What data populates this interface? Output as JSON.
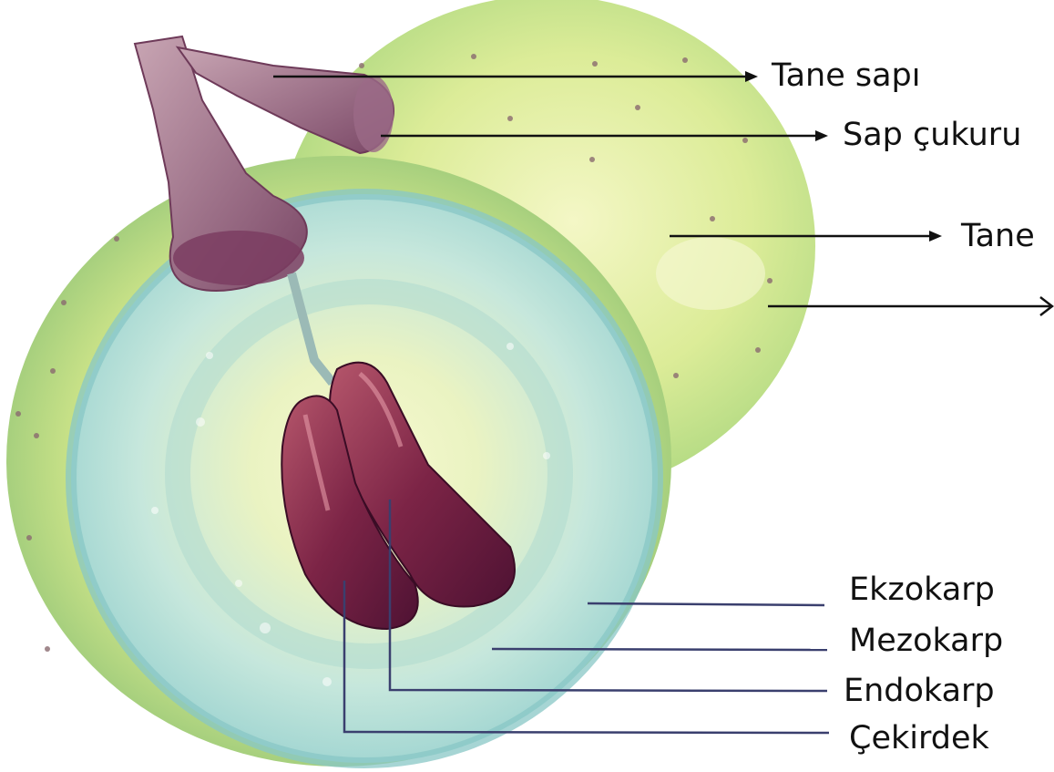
{
  "labels": {
    "tane_sapi": "Tane sapı",
    "sap_cukuru": "Sap çukuru",
    "tane": "Tane",
    "ekzokarp": "Ekzokarp",
    "mezokarp": "Mezokarp",
    "endokarp": "Endokarp",
    "cekirdek": "Çekirdek"
  },
  "colors": {
    "skin_green": "#d9eb8c",
    "flesh_cyan": "#bfe6e0",
    "seed_purple": "#7a2545",
    "stalk_brown": "#8a5a78",
    "leader_dark": "#111111",
    "leader_blue": "#3a3f6e"
  }
}
